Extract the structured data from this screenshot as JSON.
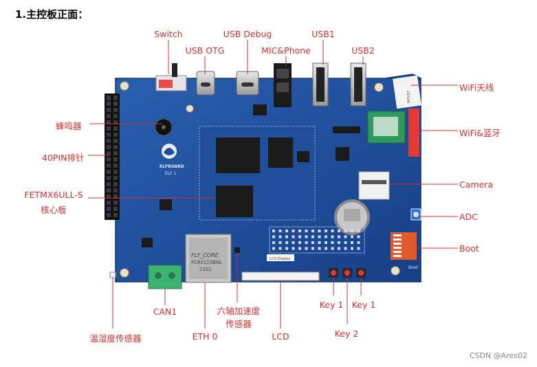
{
  "heading": "1.主控板正面：",
  "labels": {
    "switch": "Switch",
    "usb_otg": "USB OTG",
    "usb_debug": "USB Debug",
    "mic_phone": "MIC&Phone",
    "usb1": "USB1",
    "usb2": "USB2",
    "wifi_antenna": "WiFi天线",
    "wifi_bt": "WiFi&蓝牙",
    "camera": "Camera",
    "adc": "ADC",
    "boot": "Boot",
    "buzzer": "蜂鸣器",
    "pin40": "40PIN排针",
    "core_line1": "FETMX6ULL-S",
    "core_line2": "核心板",
    "temp_sensor": "温湿度传感器",
    "can1": "CAN1",
    "eth0": "ETH 0",
    "accel_line1": "六轴加速度",
    "accel_line2": "传感器",
    "lcd": "LCD",
    "key1_left": "Key 1",
    "key1_right": "Key 1",
    "key2": "Key 2"
  },
  "board_text": {
    "elf_brand": "ELFBOARD",
    "elf_model": "ELF 1",
    "eth_brand": "FLY_CORE",
    "eth_part": "FC62115BNL",
    "eth_code": "2331",
    "lcd_display": "LCD Display",
    "wifi_ant": "WiFi/BT",
    "boot_text": "Boot"
  },
  "watermark": "CSDN @Ares02",
  "colors": {
    "board": "#1f4f9c",
    "label": "#d32f2f",
    "leader": "#d32f2f"
  }
}
